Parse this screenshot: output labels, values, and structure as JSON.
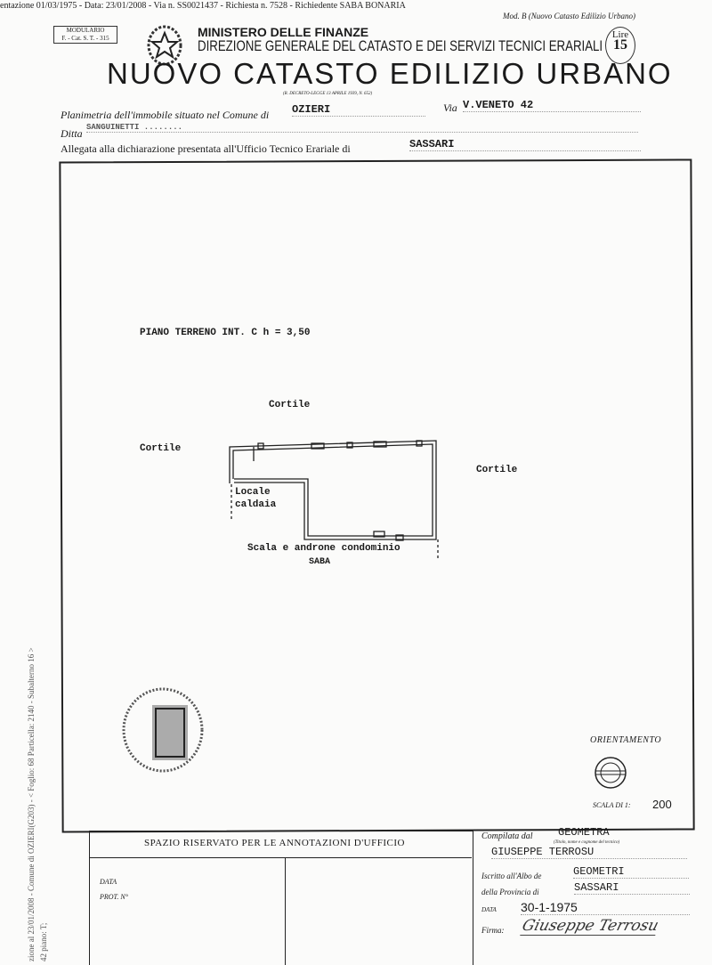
{
  "top_banner": "entazione 01/03/1975 - Data: 23/01/2008 - Via n. SS0021437 - Richiesta n. 7528 - Richiedente SABA BONARIA",
  "side_banner": "zione al 23/01/2008 - Comune di OZIERI(G203) - < Foglio: 68 Particella: 2140 - Subalterno 16 >",
  "side_banner_2": "42 piano: T;",
  "header": {
    "form_code": "Mod. B (Nuovo Catasto Edilizio Urbano)",
    "modulario": "MODULARIO",
    "modulario_code": "F. - Cat. S. T. - 315",
    "ministry": "MINISTERO DELLE FINANZE",
    "direction": "DIREZIONE GENERALE DEL CATASTO E DEI SERVIZI TECNICI ERARIALI",
    "title": "NUOVO CATASTO EDILIZIO URBANO",
    "law": "(R. DECRETO-LEGGE 13 APRILE 1939, N. 652)",
    "stamp_lire": "Lire",
    "stamp_value": "15"
  },
  "fields": {
    "planimetria_label": "Planimetria dell'immobile situato nel Comune di",
    "comune": "OZIERI",
    "via_label": "Via",
    "via": "V.VENETO 42",
    "ditta_label": "Ditta",
    "ditta": "SANGUINETTI ........",
    "allegata_label": "Allegata alla dichiarazione presentata all'Ufficio Tecnico Erariale di",
    "ufficio": "SASSARI"
  },
  "plan": {
    "floor": "PIANO TERRENO INT. C  h = 3,50",
    "cortile_top": "Cortile",
    "cortile_left": "Cortile",
    "cortile_right": "Cortile",
    "locale": "Locale",
    "caldaia": "caldaia",
    "scala": "Scala e androne condominio",
    "saba": "SABA",
    "orientamento": "ORIENTAMENTO",
    "scala_label": "SCALA DI 1:",
    "scala_value": "200"
  },
  "office": {
    "title": "SPAZIO RISERVATO PER LE ANNOTAZIONI D'UFFICIO",
    "data_label": "DATA",
    "prot_label": "PROT. N°"
  },
  "compiler": {
    "compilata_label": "Compilata dal",
    "title": "GEOMETRA",
    "hint": "(Titolo, nome e cognome del tecnico)",
    "name": "GIUSEPPE TERROSU",
    "iscritto_label": "Iscritto all'Albo de",
    "albo": "GEOMETRI",
    "provincia_label": "della Provincia di",
    "provincia": "SASSARI",
    "data_label": "DATA",
    "data": "30-1-1975",
    "firma_label": "Firma:",
    "firma": "Giuseppe Terrosu"
  }
}
